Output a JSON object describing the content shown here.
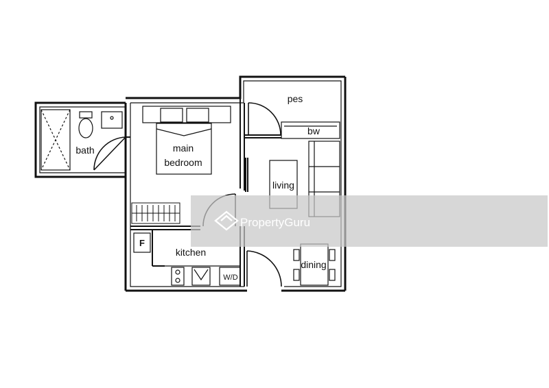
{
  "rooms": {
    "pes": "pes",
    "bw": "bw",
    "bath": "bath",
    "bedroom_line1": "main",
    "bedroom_line2": "bedroom",
    "living": "living",
    "kitchen": "kitchen",
    "fridge": "F",
    "washer_dryer": "W/D",
    "dining": "dining"
  },
  "watermark": {
    "text": "PropertyGuru"
  },
  "colors": {
    "wall": "#111111",
    "watermark_band": "#c8c8c8"
  }
}
